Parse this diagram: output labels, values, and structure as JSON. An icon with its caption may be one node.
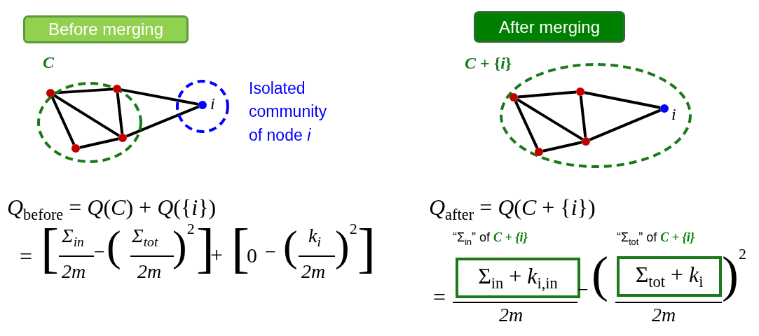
{
  "diagram": {
    "nodes": [
      {
        "text": [
          "Before merging"
        ]
      },
      {
        "text": [
          "C"
        ]
      },
      {
        "text": [],
        "shape": "circle",
        "in": 1
      },
      {
        "text": [],
        "shape": "circle",
        "in": 1
      },
      {
        "text": [],
        "shape": "circle",
        "in": 1
      },
      {
        "text": [],
        "shape": "circle",
        "in": 1
      },
      {
        "text": [],
        "shape": "circle",
        "beside": [
          "Isolated community of node *i*"
        ]
      },
      {
        "text": [
          "i"
        ],
        "in": 6
      },
      {
        "text": [
          "After merging"
        ]
      },
      {
        "text": [
          "*C* + {*i*}"
        ]
      },
      {
        "text": [],
        "shape": "circle",
        "in": 9
      },
      {
        "text": [],
        "shape": "circle",
        "in": 9
      },
      {
        "text": [],
        "shape": "circle",
        "in": 9
      },
      {
        "text": [],
        "shape": "circle",
        "in": 9
      },
      {
        "text": [
          "i"
        ],
        "in": 9
      },
      {
        "text": [
          "Σ$_{in}$ + *k*$_{i,in}$"
        ]
      },
      {
        "text": [
          "Σ$_{tot}$ + *k*$_{i}$"
        ]
      }
    ],
    "edges": [
      {
        "from": 2,
        "to": 3,
        "arrow": "none"
      },
      {
        "from": 2,
        "to": 4,
        "arrow": "none"
      },
      {
        "from": 2,
        "to": 5,
        "arrow": "none"
      },
      {
        "from": 3,
        "to": 4,
        "arrow": "none"
      },
      {
        "from": 5,
        "to": 4,
        "arrow": "none"
      },
      {
        "from": 3,
        "to": 7,
        "arrow": "none"
      },
      {
        "from": 4,
        "to": 7,
        "arrow": "none"
      },
      {
        "from": 10,
        "to": 11,
        "arrow": "none"
      },
      {
        "from": 10,
        "to": 12,
        "arrow": "none"
      },
      {
        "from": 10,
        "to": 13,
        "arrow": "none"
      },
      {
        "from": 11,
        "to": 12,
        "arrow": "none"
      },
      {
        "from": 13,
        "to": 12,
        "arrow": "none"
      },
      {
        "from": 11,
        "to": 14,
        "arrow": "none"
      },
      {
        "from": 12,
        "to": 14,
        "arrow": "none"
      }
    ],
    "labels": [
      "*Q*$_{before}$ = *Q*(*C*) + *Q*({*i*})",
      "=",
      "[",
      "Σ$_{in}$",
      "2m",
      "−",
      "(",
      "Σ$_{tot}$",
      "2m",
      ")$^{2}$",
      "]",
      "+",
      "[",
      "0",
      "−",
      "(",
      "*k*$_{i}$",
      "2m",
      ")$^{2}$",
      "]",
      "*Q*$_{after}$ = *Q*(*C* + {*i*})",
      "“Σ$_{in}$” of **C + {i}**",
      "“Σ$_{tot}$” of **C + {i}**",
      "=",
      "2m",
      "−",
      "(",
      "2m",
      ")$^{2}$"
    ]
  }
}
